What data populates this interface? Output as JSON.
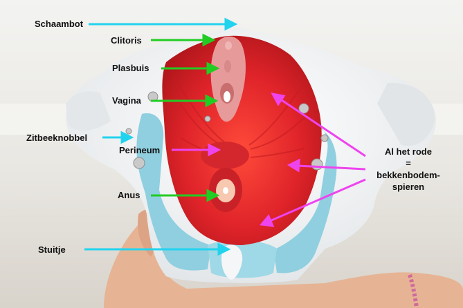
{
  "labels": {
    "schaambot": "Schaambot",
    "clitoris": "Clitoris",
    "plasbuis": "Plasbuis",
    "vagina": "Vagina",
    "zitbeenknobbel": "Zitbeeknobbel",
    "perineum": "Perineum",
    "anus": "Anus",
    "stuitje": "Stuitje"
  },
  "note": {
    "line1": "Al het rode",
    "line2": "=",
    "line3": "bekkenbodem-",
    "line4": "spieren"
  },
  "colors": {
    "cyan_arrow": "#22d3ee",
    "green_arrow": "#22cc22",
    "magenta_arrow": "#ee44ee",
    "muscle_red": "#e0242a",
    "bone_white": "#eef0f2",
    "ligament_blue": "#8ecfe0",
    "skin": "#e8b89a"
  }
}
